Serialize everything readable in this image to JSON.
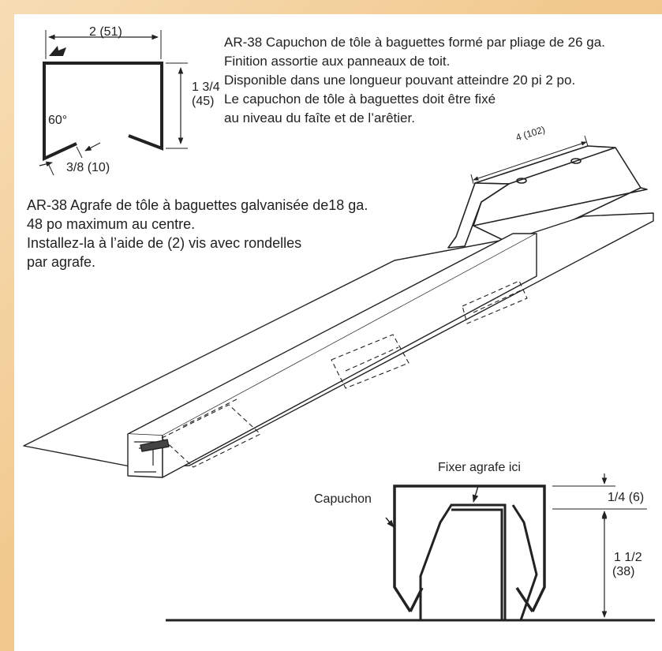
{
  "cap_spec": {
    "lines": [
      "AR-38 Capuchon de tôle à baguettes formé par pliage de 26 ga.",
      "Finition assortie aux panneaux de toit.",
      "Disponible dans une longueur pouvant atteindre 20 pi 2 po.",
      "Le capuchon de tôle à baguettes doit être fixé",
      "au niveau du faîte et de l’arêtier."
    ]
  },
  "clip_spec": {
    "lines": [
      "AR-38 Agrafe de tôle à baguettes galvanisée de18 ga.",
      "48 po maximum au centre.",
      "Installez-la à l’aide de (2) vis avec rondelles",
      "par agrafe."
    ]
  },
  "profile_dims": {
    "width": "2 (51)",
    "height_in": "1 3/4",
    "height_mm": "(45)",
    "angle": "60°",
    "hem": "3/8 (10)"
  },
  "clip_dim": {
    "length": "4 (102)"
  },
  "section": {
    "cap_label": "Capuchon",
    "clip_label": "Fixer agrafe ici",
    "gap_dim": "1/4 (6)",
    "height_in": "1 1/2",
    "height_mm": "(38)"
  },
  "colors": {
    "background": "#f1c98e",
    "sheet": "#ffffff",
    "ink": "#222222"
  }
}
